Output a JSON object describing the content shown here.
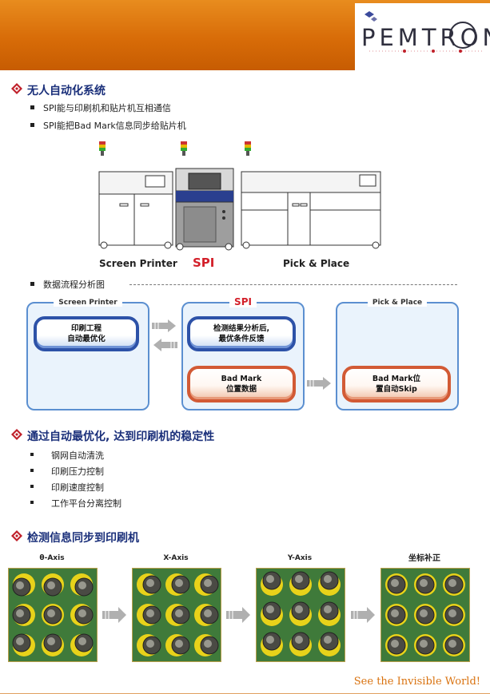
{
  "header": {
    "logo_text": "PEMTRON"
  },
  "section1": {
    "title": "无人自动化系统",
    "bullets": [
      "SPI能与印刷机和贴片机互相通信",
      "SPI能把Bad Mark信息同步给贴片机"
    ]
  },
  "machines": {
    "left_label": "Screen Printer",
    "center_label": "SPI",
    "right_label": "Pick & Place"
  },
  "flow": {
    "heading": "数据流程分析图",
    "box_left_title": "Screen Printer",
    "box_center_title": "SPI",
    "box_right_title": "Pick & Place",
    "pill_left_line1": "印刷工程",
    "pill_left_line2": "自动最优化",
    "pill_center_top_line1": "检测结果分析后,",
    "pill_center_top_line2": "最优条件反馈",
    "pill_center_bottom_line1": "Bad Mark",
    "pill_center_bottom_line2": "位置数据",
    "pill_right_line1": "Bad Mark位",
    "pill_right_line2": "置自动Skip"
  },
  "section2": {
    "title": "通过自动最优化, 达到印刷机的稳定性",
    "bullets": [
      "钢网自动清洗",
      "印刷压力控制",
      "印刷速度控制",
      "工作平台分离控制"
    ]
  },
  "section3": {
    "title": "检测信息同步到印刷机",
    "axes": [
      "θ-Axis",
      "X-Axis",
      "Y-Axis",
      "坐标补正"
    ]
  },
  "footer": {
    "slogan": "See the Invisible World!"
  },
  "colors": {
    "header_orange": "#d86c08",
    "title_blue": "#1a2f7a",
    "accent_red": "#c0202a",
    "flow_blue": "#2d52a8",
    "flow_red": "#d25a35",
    "board_green": "#3f7a3a",
    "pad_yellow": "#e8d21a"
  }
}
